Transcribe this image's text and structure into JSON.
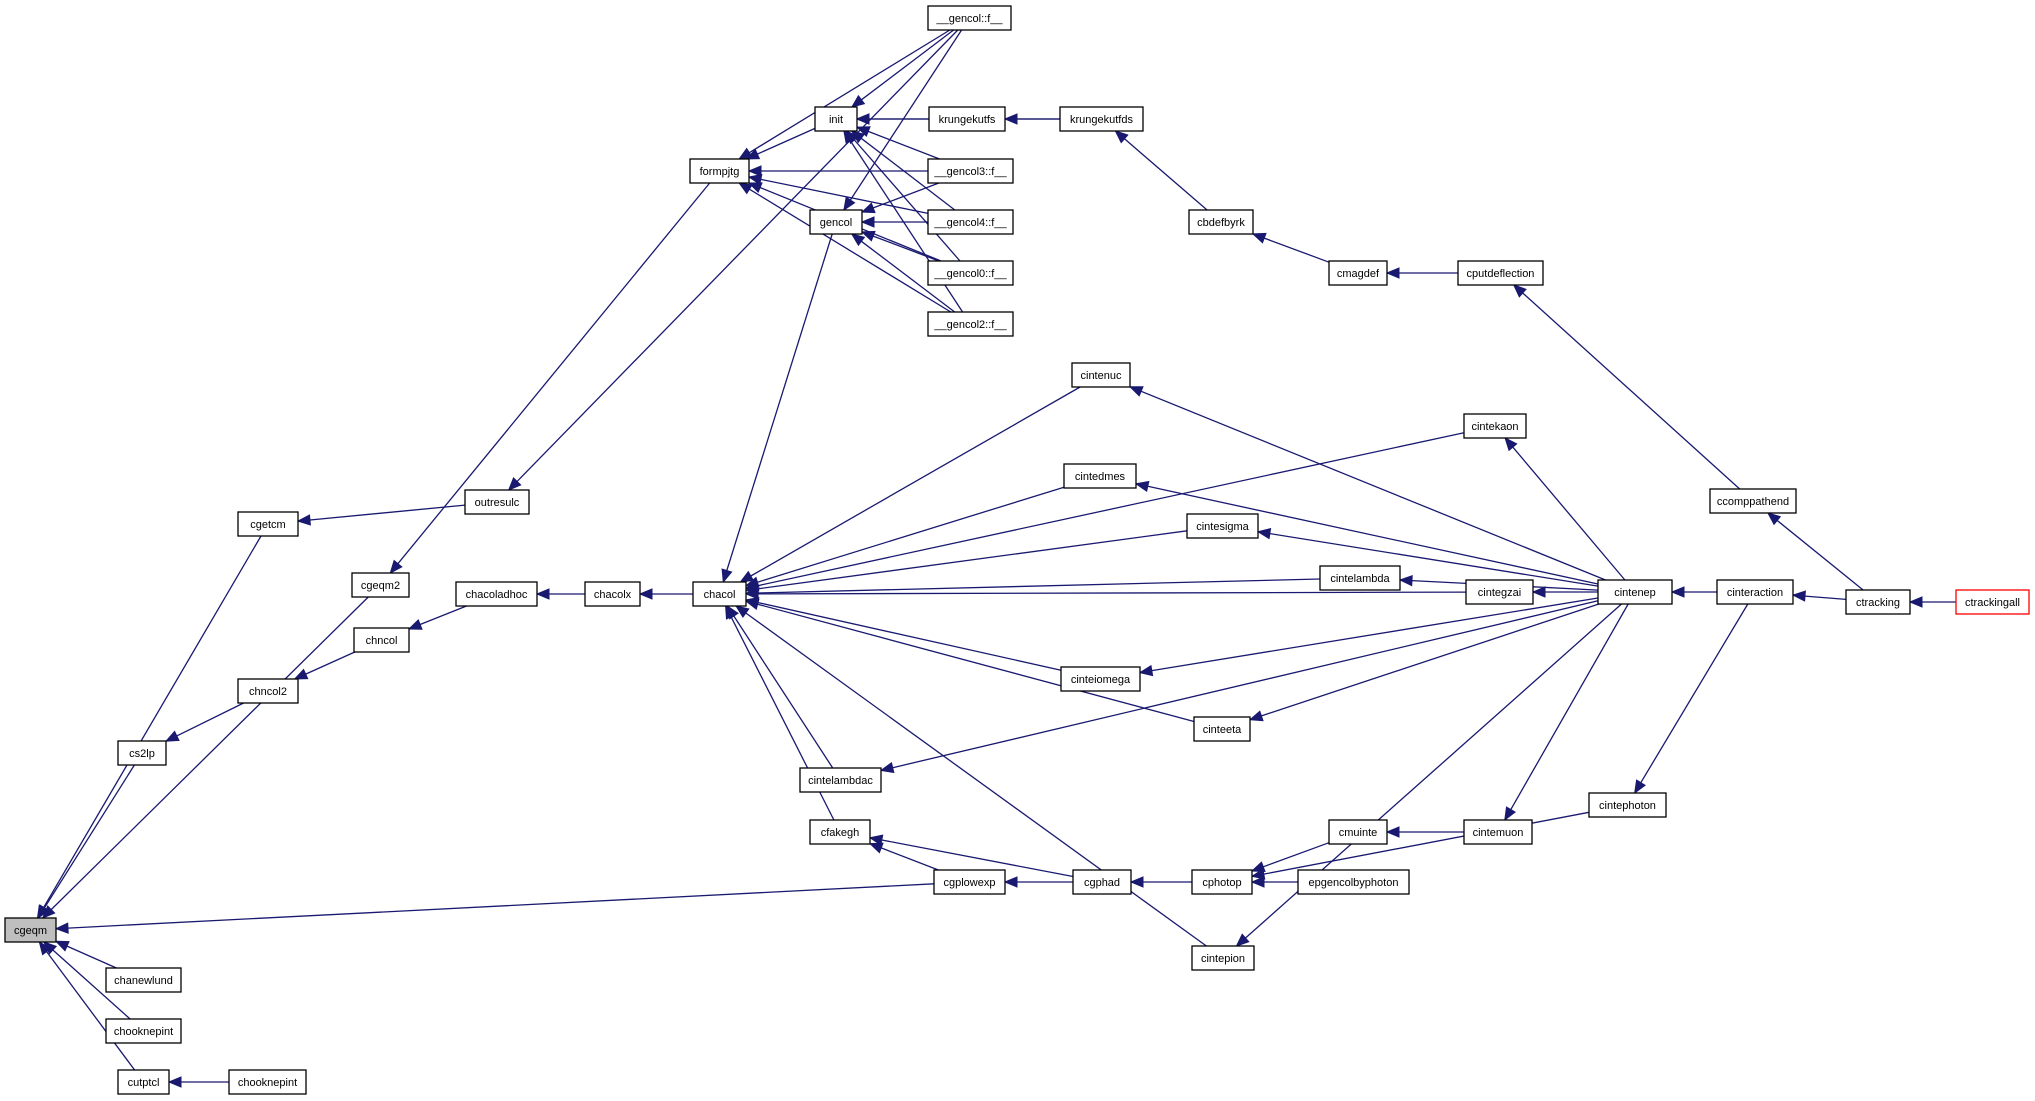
{
  "graph": {
    "nodes": [
      {
        "id": "cgeqm",
        "label": "cgeqm",
        "root": true
      },
      {
        "id": "chanewlund",
        "label": "chanewlund"
      },
      {
        "id": "chooknepint1",
        "label": "chooknepint"
      },
      {
        "id": "cutptcl",
        "label": "cutptcl"
      },
      {
        "id": "chooknepint2",
        "label": "chooknepint"
      },
      {
        "id": "cs2lp",
        "label": "cs2lp"
      },
      {
        "id": "chncol2",
        "label": "chncol2"
      },
      {
        "id": "chncol",
        "label": "chncol"
      },
      {
        "id": "chacoladhoc",
        "label": "chacoladhoc"
      },
      {
        "id": "chacolx",
        "label": "chacolx"
      },
      {
        "id": "chacol",
        "label": "chacol"
      },
      {
        "id": "cgetcm",
        "label": "cgetcm"
      },
      {
        "id": "outresult",
        "label": "outresulc"
      },
      {
        "id": "cgeqm2",
        "label": "cgeqm2"
      },
      {
        "id": "formpjtg",
        "label": "formpjtg"
      },
      {
        "id": "gencolf",
        "label": "__gencol::f__"
      },
      {
        "id": "init",
        "label": "init"
      },
      {
        "id": "krungekutfs",
        "label": "krungekutfs"
      },
      {
        "id": "krungekutfds",
        "label": "krungekutfds"
      },
      {
        "id": "gencol3f",
        "label": "__gencol3::f__"
      },
      {
        "id": "gencol",
        "label": "gencol"
      },
      {
        "id": "gencol4f",
        "label": "__gencol4::f__"
      },
      {
        "id": "gencol0f",
        "label": "__gencol0::f__"
      },
      {
        "id": "gencol2f",
        "label": "__gencol2::f__"
      },
      {
        "id": "cbdefbyrk",
        "label": "cbdefbyrk"
      },
      {
        "id": "cmagdef",
        "label": "cmagdef"
      },
      {
        "id": "cputdeflection",
        "label": "cputdeflection"
      },
      {
        "id": "cintenuc",
        "label": "cintenuc"
      },
      {
        "id": "cintekaon",
        "label": "cintekaon"
      },
      {
        "id": "cintedmes",
        "label": "cintedmes"
      },
      {
        "id": "cintesigma",
        "label": "cintesigma"
      },
      {
        "id": "cintelambda",
        "label": "cintelambda"
      },
      {
        "id": "cintegzai",
        "label": "cintegzai"
      },
      {
        "id": "cinteneutrinos",
        "label": "cintenep"
      },
      {
        "id": "cinteomega",
        "label": "cinteiomega"
      },
      {
        "id": "cinteeta",
        "label": "cinteeta"
      },
      {
        "id": "cintelambdac",
        "label": "cintelambdac"
      },
      {
        "id": "cfakegh",
        "label": "cfakegh"
      },
      {
        "id": "cgplowexp",
        "label": "cgplowexp"
      },
      {
        "id": "cgphad",
        "label": "cgphad"
      },
      {
        "id": "cphotop",
        "label": "cphotop"
      },
      {
        "id": "epgencolbyphoton",
        "label": "epgencolbyphoton"
      },
      {
        "id": "cmuinte",
        "label": "cmuinte"
      },
      {
        "id": "cintemuon",
        "label": "cintemuon"
      },
      {
        "id": "cintepion",
        "label": "cintepion"
      },
      {
        "id": "cintephoton",
        "label": "cintephoton"
      },
      {
        "id": "cinteraction",
        "label": "cinteraction"
      },
      {
        "id": "ccomppathend",
        "label": "ccomppathend"
      },
      {
        "id": "ctracking",
        "label": "ctracking"
      },
      {
        "id": "ctrackingall",
        "label": "ctrackingall",
        "color": "#ff0000"
      }
    ],
    "edges": [
      {
        "from": "chanewlund",
        "to": "cgeqm"
      },
      {
        "from": "chooknepint1",
        "to": "cgeqm"
      },
      {
        "from": "cutptcl",
        "to": "cgeqm"
      },
      {
        "from": "chooknepint2",
        "to": "cutptcl"
      },
      {
        "from": "cs2lp",
        "to": "cgeqm"
      },
      {
        "from": "chncol2",
        "to": "cs2lp"
      },
      {
        "from": "chncol",
        "to": "chncol2"
      },
      {
        "from": "chacoladhoc",
        "to": "chncol"
      },
      {
        "from": "chacolx",
        "to": "chacoladhoc"
      },
      {
        "from": "chacol",
        "to": "chacolx"
      },
      {
        "from": "cgetcm",
        "to": "cgeqm"
      },
      {
        "from": "outresult",
        "to": "cgetcm"
      },
      {
        "from": "cgeqm2",
        "to": "cgeqm"
      },
      {
        "from": "formpjtg",
        "to": "cgeqm2"
      },
      {
        "from": "gencolf",
        "to": "outresult"
      },
      {
        "from": "gencolf",
        "to": "formpjtg"
      },
      {
        "from": "init",
        "to": "formpjtg"
      },
      {
        "from": "gencol3f",
        "to": "formpjtg"
      },
      {
        "from": "gencol4f",
        "to": "formpjtg"
      },
      {
        "from": "gencol0f",
        "to": "formpjtg"
      },
      {
        "from": "gencol2f",
        "to": "formpjtg"
      },
      {
        "from": "gencolf",
        "to": "init"
      },
      {
        "from": "krungekutfs",
        "to": "init"
      },
      {
        "from": "krungekutfds",
        "to": "init"
      },
      {
        "from": "gencol3f",
        "to": "init"
      },
      {
        "from": "gencol4f",
        "to": "init"
      },
      {
        "from": "gencol0f",
        "to": "init"
      },
      {
        "from": "gencol2f",
        "to": "init"
      },
      {
        "from": "krungekutfds",
        "to": "krungekutfs"
      },
      {
        "from": "gencolf",
        "to": "gencol"
      },
      {
        "from": "gencol3f",
        "to": "gencol"
      },
      {
        "from": "gencol4f",
        "to": "gencol"
      },
      {
        "from": "gencol0f",
        "to": "gencol"
      },
      {
        "from": "gencol2f",
        "to": "gencol"
      },
      {
        "from": "cbdefbyrk",
        "to": "krungekutfds"
      },
      {
        "from": "cmagdef",
        "to": "cbdefbyrk"
      },
      {
        "from": "cputdeflection",
        "to": "cmagdef"
      },
      {
        "from": "ccomppathend",
        "to": "cputdeflection"
      },
      {
        "from": "ctracking",
        "to": "ccomppathend"
      },
      {
        "from": "gencol",
        "to": "chacol"
      },
      {
        "from": "cintenuc",
        "to": "chacol"
      },
      {
        "from": "cintekaon",
        "to": "chacol"
      },
      {
        "from": "cintedmes",
        "to": "chacol"
      },
      {
        "from": "cintesigma",
        "to": "chacol"
      },
      {
        "from": "cintelambda",
        "to": "chacol"
      },
      {
        "from": "cintegzai",
        "to": "chacol"
      },
      {
        "from": "cinteomega",
        "to": "chacol"
      },
      {
        "from": "cinteeta",
        "to": "chacol"
      },
      {
        "from": "cintelambdac",
        "to": "chacol"
      },
      {
        "from": "cfakegh",
        "to": "chacol"
      },
      {
        "from": "cintepion",
        "to": "chacol"
      },
      {
        "from": "cinteneutrinos",
        "to": "cintenuc"
      },
      {
        "from": "cinteneutrinos",
        "to": "cintekaon"
      },
      {
        "from": "cinteneutrinos",
        "to": "cintedmes"
      },
      {
        "from": "cinteneutrinos",
        "to": "cintesigma"
      },
      {
        "from": "cinteneutrinos",
        "to": "cintelambda"
      },
      {
        "from": "cinteneutrinos",
        "to": "cintegzai"
      },
      {
        "from": "cinteneutrinos",
        "to": "cinteomega"
      },
      {
        "from": "cinteneutrinos",
        "to": "cinteeta"
      },
      {
        "from": "cinteneutrinos",
        "to": "cintelambdac"
      },
      {
        "from": "cinteneutrinos",
        "to": "cintepion"
      },
      {
        "from": "cinteneutrinos",
        "to": "cintemuon"
      },
      {
        "from": "cgplowexp",
        "to": "cfakegh"
      },
      {
        "from": "cgphad",
        "to": "cfakegh"
      },
      {
        "from": "cgplowexp",
        "to": "cgeqm"
      },
      {
        "from": "cgphad",
        "to": "cgplowexp"
      },
      {
        "from": "cphotop",
        "to": "cgphad"
      },
      {
        "from": "epgencolbyphoton",
        "to": "cphotop"
      },
      {
        "from": "cmuinte",
        "to": "cphotop"
      },
      {
        "from": "cintephoton",
        "to": "cphotop"
      },
      {
        "from": "cintemuon",
        "to": "cmuinte"
      },
      {
        "from": "cinteraction",
        "to": "cinteneutrinos"
      },
      {
        "from": "cinteraction",
        "to": "cintephoton"
      },
      {
        "from": "ctracking",
        "to": "cinteraction"
      },
      {
        "from": "ctrackingall",
        "to": "ctracking"
      }
    ]
  }
}
